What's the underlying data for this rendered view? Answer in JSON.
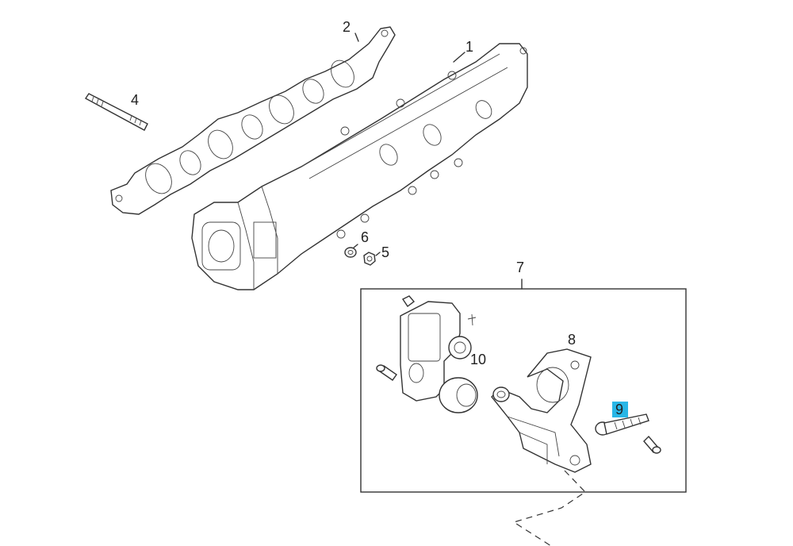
{
  "callouts": {
    "c1": "1",
    "c2": "2",
    "c4": "4",
    "c5": "5",
    "c6": "6",
    "c7": "7",
    "c8": "8",
    "c9": "9",
    "c10": "10"
  },
  "colors": {
    "line": "#333333",
    "highlight": "#29b6e6"
  }
}
